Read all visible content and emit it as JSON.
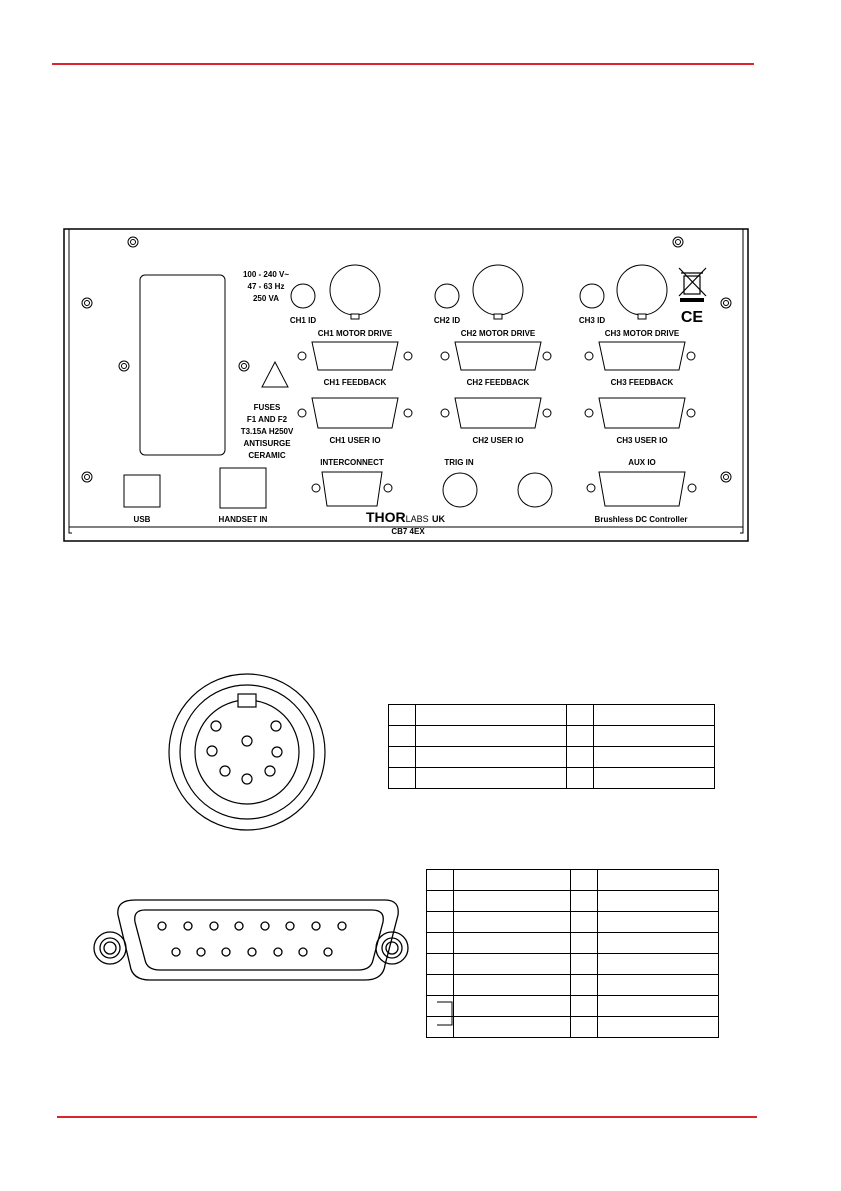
{
  "rear_panel": {
    "power_rating": [
      "100 - 240 V~",
      "47 - 63 Hz",
      "250 VA"
    ],
    "fuse_text": [
      "FUSES",
      "F1 AND F2",
      "T3.15A H250V",
      "ANTISURGE",
      "CERAMIC"
    ],
    "channels": [
      {
        "id_label": "CH1 ID",
        "motor_drive": "CH1 MOTOR DRIVE",
        "feedback": "CH1 FEEDBACK",
        "user_io": "CH1 USER IO"
      },
      {
        "id_label": "CH2 ID",
        "motor_drive": "CH2 MOTOR DRIVE",
        "feedback": "CH2 FEEDBACK",
        "user_io": "CH2 USER IO"
      },
      {
        "id_label": "CH3 ID",
        "motor_drive": "CH3 MOTOR DRIVE",
        "feedback": "CH3 FEEDBACK",
        "user_io": "CH3 USER IO"
      }
    ],
    "usb_label": "USB",
    "handset_label": "HANDSET IN",
    "interconnect_label": "INTERCONNECT",
    "trig_label": "TRIG IN",
    "aux_label": "AUX IO",
    "brand_main": "THOR",
    "brand_sub": "LABS",
    "brand_suffix": "UK",
    "postcode": "CB7 4EX",
    "product_label": "Brushless DC Controller",
    "ce_mark": "CE"
  },
  "pin_table_1": {
    "rows": 4
  },
  "pin_table_2": {
    "rows": 8
  },
  "colors": {
    "accent": "#d8262c",
    "line": "#000000"
  }
}
